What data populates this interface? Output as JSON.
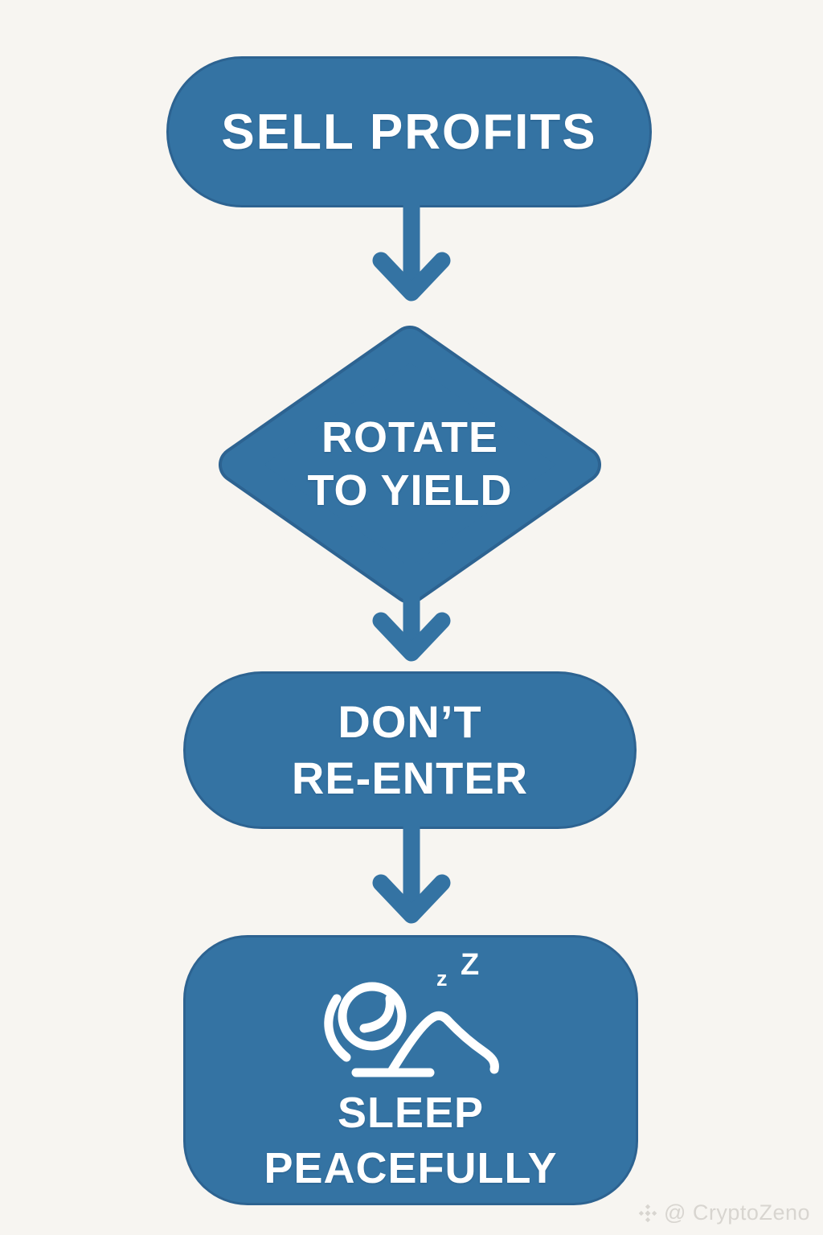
{
  "theme": {
    "background": "#f7f5f1",
    "accent": "#3473a3",
    "accent_dark": "#2d6391",
    "node_text": "#ffffff",
    "watermark": "#d8d5d0"
  },
  "flowchart": {
    "nodes": [
      {
        "id": "sell-profits",
        "type": "rounded-rect",
        "label": "SELL PROFITS"
      },
      {
        "id": "rotate-to-yield",
        "type": "diamond",
        "lines": [
          "ROTATE",
          "TO YIELD"
        ]
      },
      {
        "id": "dont-reenter",
        "type": "rounded-rect",
        "lines": [
          "DON’T",
          "RE-ENTER"
        ]
      },
      {
        "id": "sleep-peacefully",
        "type": "rounded-rect",
        "icon": "sleeping-person-icon",
        "zzz": {
          "small": "z",
          "large": "Z"
        },
        "lines": [
          "SLEEP",
          "PEACEFULLY"
        ]
      }
    ],
    "connectors": [
      {
        "from": "sell-profits",
        "to": "rotate-to-yield",
        "style": "down-arrow"
      },
      {
        "from": "rotate-to-yield",
        "to": "dont-reenter",
        "style": "down-arrow"
      },
      {
        "from": "dont-reenter",
        "to": "sleep-peacefully",
        "style": "down-arrow"
      }
    ]
  },
  "watermark": {
    "handle": "@ CryptoZeno",
    "logo": "binance-diamond-logo"
  }
}
